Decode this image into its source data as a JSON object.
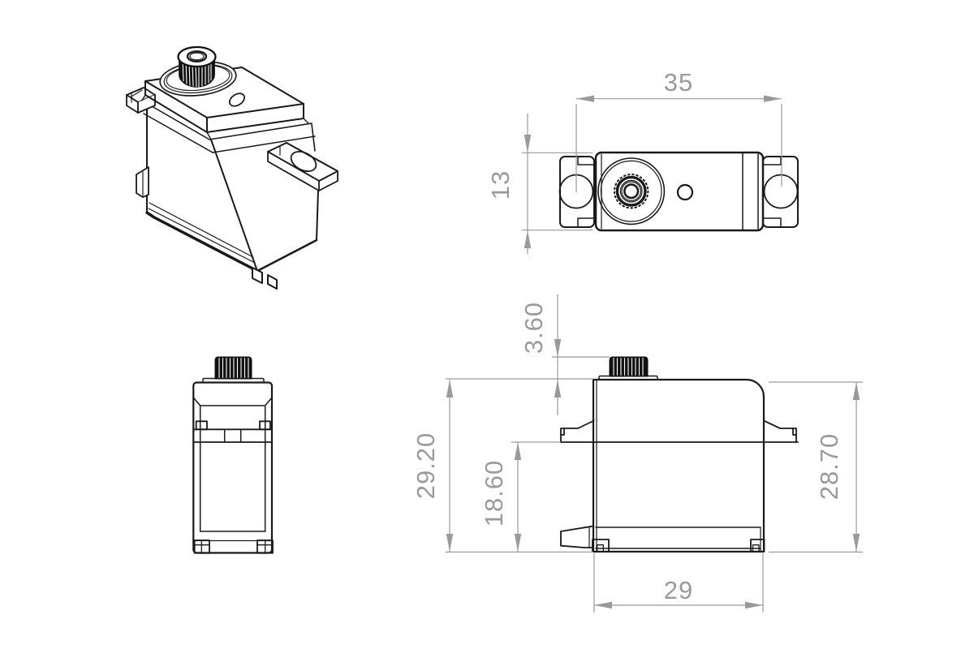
{
  "drawing": {
    "type": "technical-drawing",
    "subject": "servo-motor-dimension-views",
    "dimensions": {
      "mount_width": "35",
      "body_depth": "13",
      "spline_height": "3.60",
      "total_height": "29.20",
      "lower_height": "18.60",
      "case_height": "28.70",
      "body_length": "29"
    },
    "colors": {
      "line": "#1a1a1a",
      "dimension": "#9a9a9a",
      "shaft_fill": "#111111",
      "background": "#ffffff"
    }
  }
}
